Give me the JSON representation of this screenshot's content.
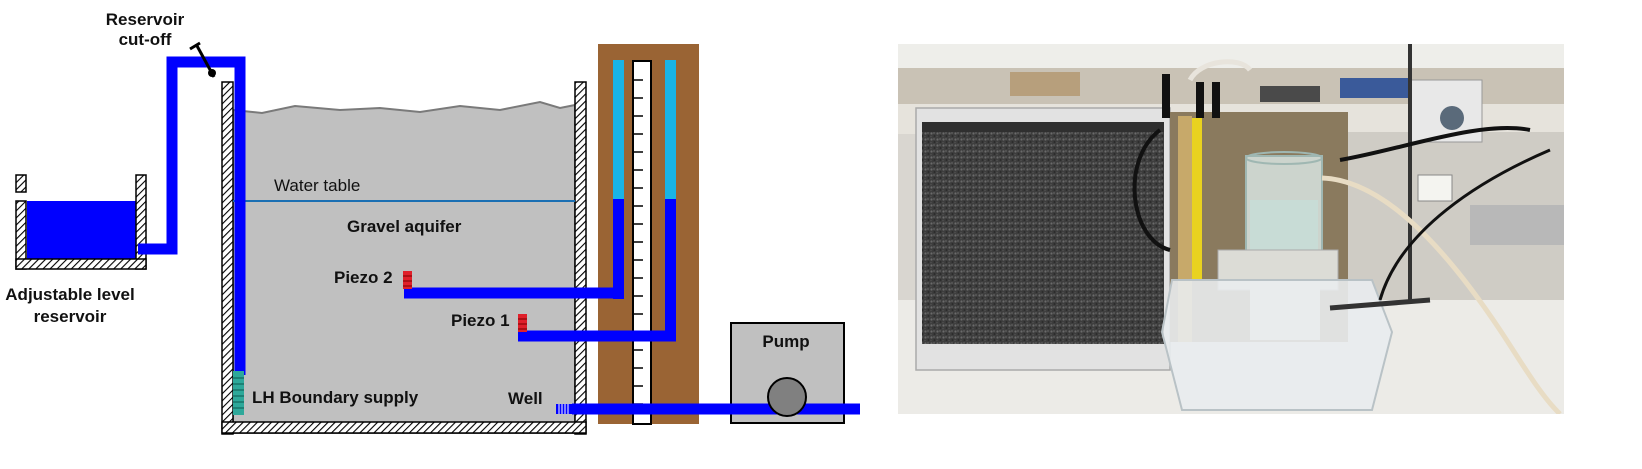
{
  "labels": {
    "reservoir_cutoff_line1": "Reservoir",
    "reservoir_cutoff_line2": "cut-off",
    "adjustable_line1": "Adjustable level",
    "adjustable_line2": "reservoir",
    "water_table": "Water table",
    "gravel_aquifer": "Gravel aquifer",
    "piezo2": "Piezo 2",
    "piezo1": "Piezo 1",
    "lh_boundary": "LH Boundary supply",
    "well": "Well",
    "pump": "Pump"
  },
  "colors": {
    "water": "#0000ff",
    "gravel": "#c0c0c0",
    "board": "#9a6434",
    "tube_air": "#19b4e6",
    "piezo_tip": "#e0202a",
    "boundary_screen": "#2ea89a",
    "water_table_line": "#1a6fb3"
  }
}
